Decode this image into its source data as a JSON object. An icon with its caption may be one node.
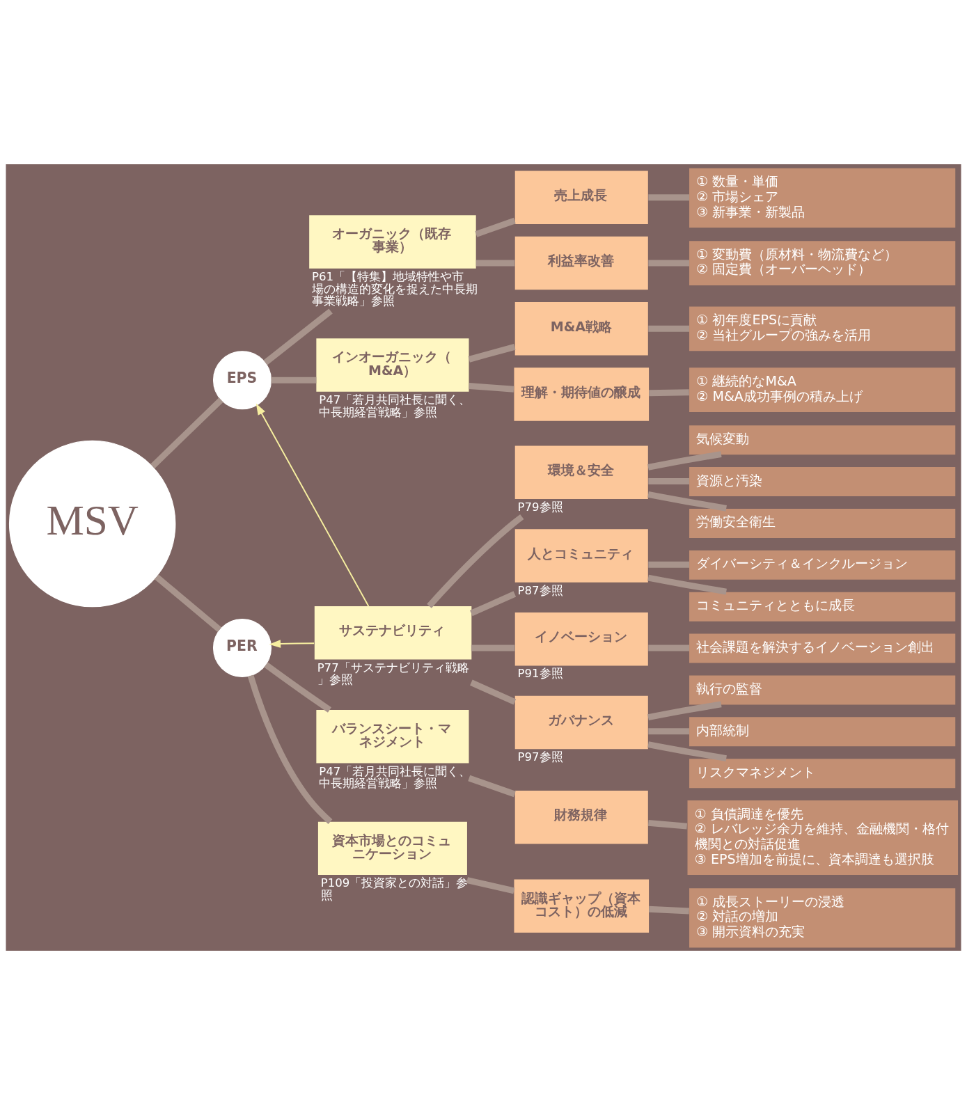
{
  "diagram": {
    "nodes": [
      {
        "text": [
          "MSV"
        ]
      },
      {
        "text": [
          "EPS"
        ]
      },
      {
        "text": [
          "PER"
        ]
      },
      {
        "text": [
          "オーガニック（既存事業）"
        ],
        "beside": [
          "P61「【特集】地域特性や市場の構造的変化を捉えた中長期事業戦略」参照"
        ]
      },
      {
        "text": [
          "インオーガニック（M&A）"
        ],
        "beside": [
          "P47「若月共同社長に聞く、中長期経営戦略」参照"
        ]
      },
      {
        "text": [
          "バランスシート・マネジメント"
        ],
        "beside": [
          "P47「若月共同社長に聞く、中長期経営戦略」参照"
        ]
      },
      {
        "text": [
          "資本市場とのコミュニケーション"
        ],
        "beside": [
          "P109「投資家との対話」参照"
        ]
      },
      {
        "text": [
          "サステナビリティ"
        ],
        "beside": [
          "P77「サステナビリティ戦略」参照"
        ]
      },
      {
        "text": [
          "売上成長"
        ]
      },
      {
        "text": [
          "利益率改善"
        ]
      },
      {
        "text": [
          "M&A戦略"
        ]
      },
      {
        "text": [
          "理解・期待値の醸成"
        ]
      },
      {
        "text": [
          "財務規律"
        ]
      },
      {
        "text": [
          "認識ギャップ（資本コスト）の低減"
        ]
      },
      {
        "text": [
          "環境＆安全"
        ],
        "beside": [
          "P79参照"
        ]
      },
      {
        "text": [
          "人とコミュニティ"
        ],
        "beside": [
          "P87参照"
        ]
      },
      {
        "text": [
          "イノベーション"
        ],
        "beside": [
          "P91参照"
        ]
      },
      {
        "text": [
          "ガバナンス"
        ],
        "beside": [
          "P97参照"
        ]
      },
      {
        "text": [
          "① 数量・単価",
          "② 市場シェア",
          "③ 新事業・新製品"
        ]
      },
      {
        "text": [
          "① 変動費（原材料・物流費など）",
          "② 固定費（オーバーヘッド）"
        ]
      },
      {
        "text": [
          "① 初年度EPSに貢献",
          "② 当社グループの強みを活用"
        ]
      },
      {
        "text": [
          "① 継続的なM&A",
          "② M&A成功事例の積み上げ"
        ]
      },
      {
        "text": [
          "① 負債調達を優先",
          "② レバレッジ余力を維持、金融機関・格付機関との対話促進",
          "③ EPS増加を前提に、資本調達も選択肢"
        ]
      },
      {
        "text": [
          "① 成長ストーリーの浸透",
          "② 対話の増加",
          "③ 開示資料の充実"
        ]
      },
      {
        "text": [
          "気候変動"
        ]
      },
      {
        "text": [
          "資源と汚染"
        ]
      },
      {
        "text": [
          "労働安全衛生"
        ]
      },
      {
        "text": [
          "ダイバーシティ＆インクルージョン"
        ]
      },
      {
        "text": [
          "コミュニティとともに成長"
        ]
      },
      {
        "text": [
          "社会課題を解決するイノベーション創出"
        ]
      },
      {
        "text": [
          "執行の監督"
        ]
      },
      {
        "text": [
          "内部統制"
        ]
      },
      {
        "text": [
          "リスクマネジメント"
        ]
      }
    ],
    "edges": [
      {
        "from": 0,
        "to": 1,
        "arrow": "none"
      },
      {
        "from": 0,
        "to": 2,
        "arrow": "none"
      },
      {
        "from": 1,
        "to": 3,
        "arrow": "none"
      },
      {
        "from": 1,
        "to": 4,
        "arrow": "none"
      },
      {
        "from": 2,
        "to": 5,
        "arrow": "none"
      },
      {
        "from": 2,
        "to": 6,
        "arrow": "none"
      },
      {
        "from": 3,
        "to": 8,
        "arrow": "none"
      },
      {
        "from": 3,
        "to": 9,
        "arrow": "none"
      },
      {
        "from": 4,
        "to": 10,
        "arrow": "none"
      },
      {
        "from": 4,
        "to": 11,
        "arrow": "none"
      },
      {
        "from": 5,
        "to": 12,
        "arrow": "none"
      },
      {
        "from": 6,
        "to": 13,
        "arrow": "none"
      },
      {
        "from": 7,
        "to": 14,
        "arrow": "none"
      },
      {
        "from": 7,
        "to": 15,
        "arrow": "none"
      },
      {
        "from": 7,
        "to": 16,
        "arrow": "none"
      },
      {
        "from": 7,
        "to": 17,
        "arrow": "none"
      },
      {
        "from": 8,
        "to": 18,
        "arrow": "none"
      },
      {
        "from": 9,
        "to": 19,
        "arrow": "none"
      },
      {
        "from": 10,
        "to": 20,
        "arrow": "none"
      },
      {
        "from": 11,
        "to": 21,
        "arrow": "none"
      },
      {
        "from": 12,
        "to": 22,
        "arrow": "none"
      },
      {
        "from": 13,
        "to": 23,
        "arrow": "none"
      },
      {
        "from": 14,
        "to": 24,
        "arrow": "none"
      },
      {
        "from": 14,
        "to": 25,
        "arrow": "none"
      },
      {
        "from": 14,
        "to": 26,
        "arrow": "none"
      },
      {
        "from": 15,
        "to": 27,
        "arrow": "none"
      },
      {
        "from": 15,
        "to": 28,
        "arrow": "none"
      },
      {
        "from": 16,
        "to": 29,
        "arrow": "none"
      },
      {
        "from": 17,
        "to": 30,
        "arrow": "none"
      },
      {
        "from": 17,
        "to": 31,
        "arrow": "none"
      },
      {
        "from": 17,
        "to": 32,
        "arrow": "none"
      },
      {
        "from": 7,
        "to": 1,
        "arrow": "to",
        "color": "#f7efa0"
      },
      {
        "from": 7,
        "to": 2,
        "arrow": "to",
        "color": "#f7efa0"
      }
    ]
  }
}
